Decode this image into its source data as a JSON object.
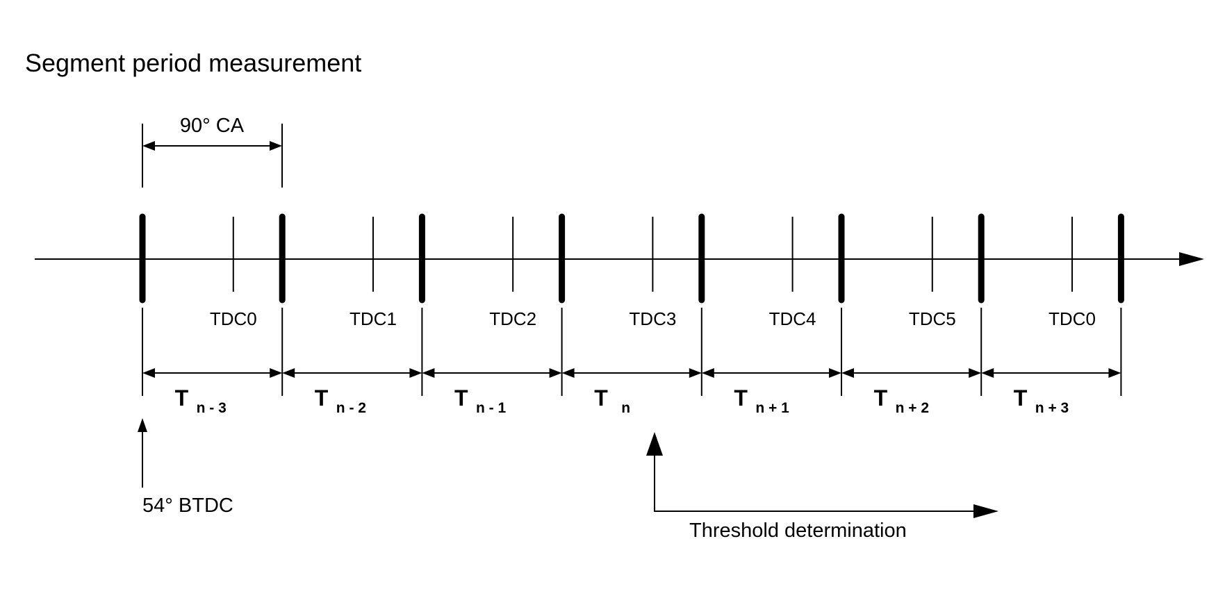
{
  "title": "Segment period measurement",
  "span_label": "90° CA",
  "start_label": "54° BTDC",
  "threshold_label": "Threshold determination",
  "tdc_labels": [
    "TDC0",
    "TDC1",
    "TDC2",
    "TDC3",
    "TDC4",
    "TDC5",
    "TDC0"
  ],
  "periods": [
    {
      "main": "T",
      "sub": "n - 3"
    },
    {
      "main": "T",
      "sub": "n - 2"
    },
    {
      "main": "T",
      "sub": "n - 1"
    },
    {
      "main": "T",
      "sub": "n"
    },
    {
      "main": "T",
      "sub": "n + 1"
    },
    {
      "main": "T",
      "sub": "n + 2"
    },
    {
      "main": "T",
      "sub": "n + 3"
    }
  ]
}
